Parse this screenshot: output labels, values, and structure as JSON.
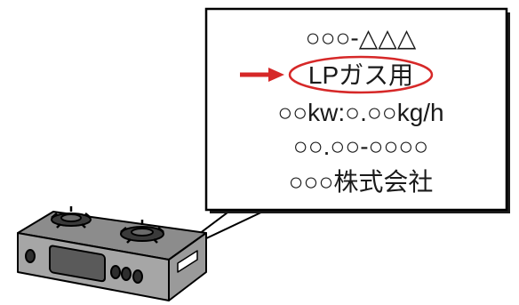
{
  "label_plate": {
    "lines": [
      "○○○-△△△",
      "LPガス用",
      "○○kw:○.○○kg/h",
      "○○.○○-○○○○",
      "○○○株式会社"
    ],
    "highlighted_line": 1
  },
  "colors": {
    "highlight": "#d62828",
    "arrow": "#d62828",
    "stroke": "#000000",
    "plate_background": "#ffffff",
    "stove_body": "#9a9a9a",
    "stove_dark": "#3a3a3a"
  },
  "icons": [
    "arrow-right-icon",
    "gas-stove-illustration"
  ]
}
